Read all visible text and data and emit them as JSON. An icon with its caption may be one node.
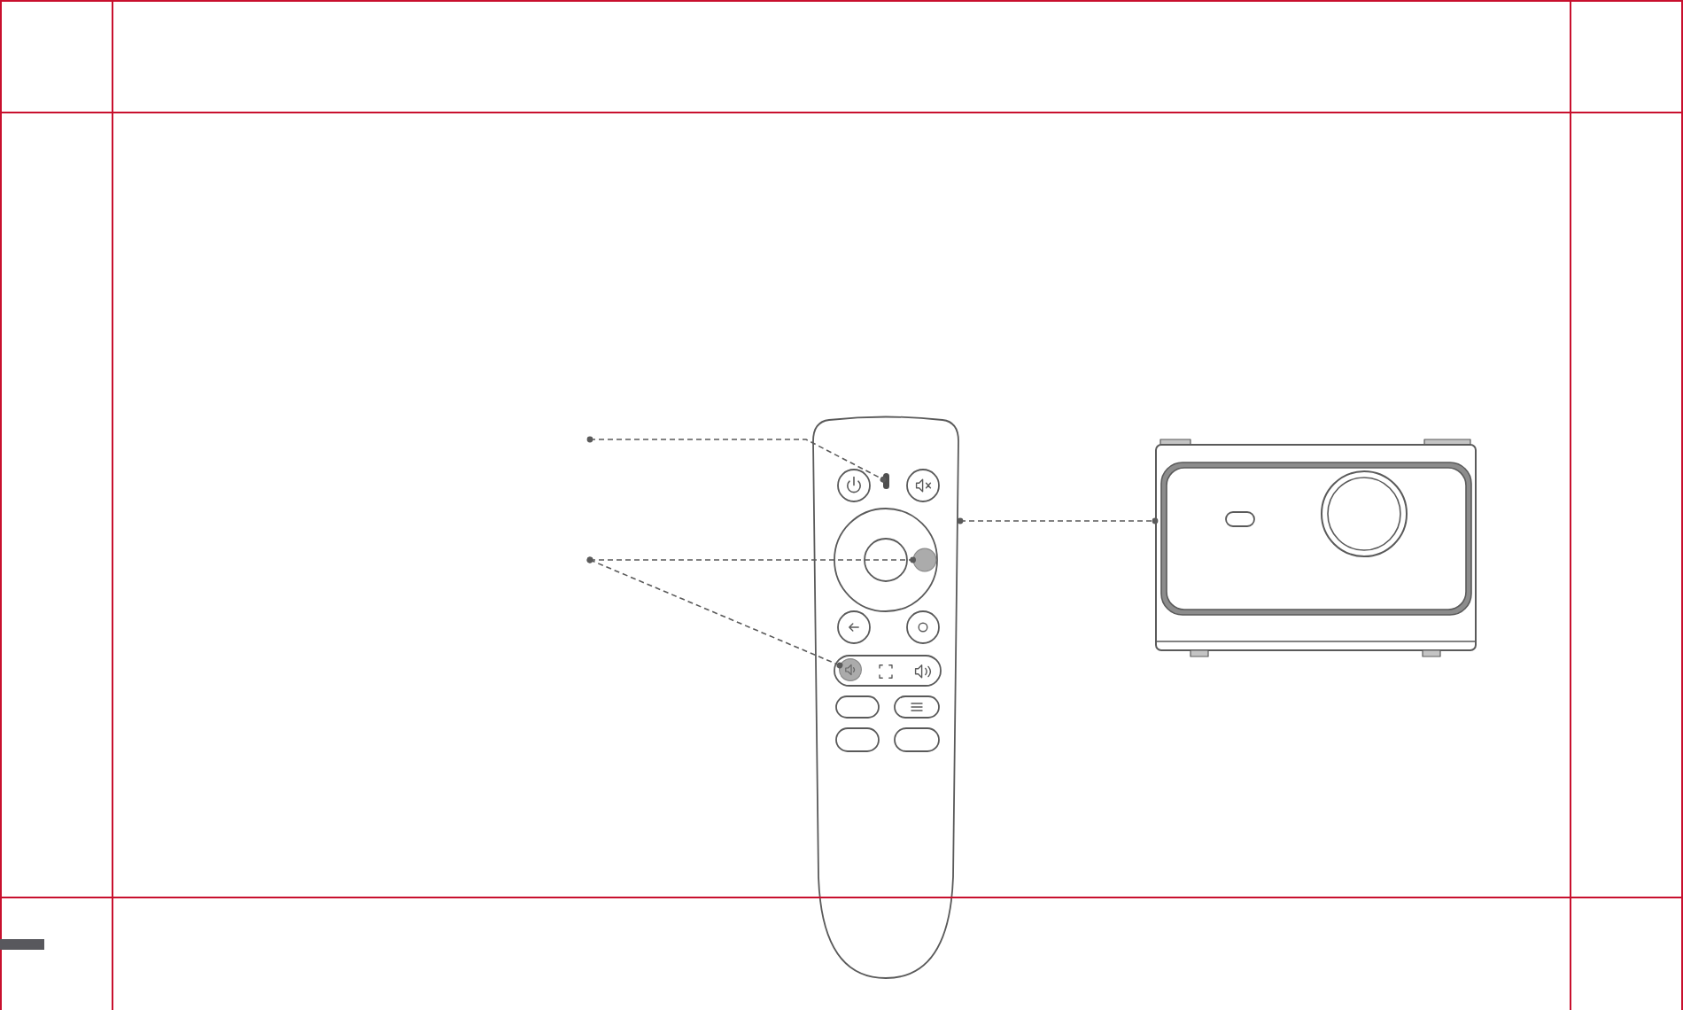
{
  "diagram": {
    "nodes": [
      {
        "text": [],
        "shape": "picture"
      },
      {
        "text": [],
        "shape": "bar",
        "in": 0
      },
      {
        "text": [],
        "shape": "circle",
        "in": 0
      },
      {
        "text": [],
        "shape": "circle",
        "in": 0
      },
      {
        "text": [],
        "shape": "picture"
      }
    ],
    "edges": [
      {
        "from": null,
        "to": 1,
        "arrow": "other",
        "style": "dashed"
      },
      {
        "from": null,
        "to": 2,
        "arrow": "other",
        "style": "dashed"
      },
      {
        "from": null,
        "to": 3,
        "arrow": "other",
        "style": "dashed"
      },
      {
        "from": 0,
        "to": 4,
        "arrow": "other",
        "style": "dashed"
      }
    ]
  }
}
